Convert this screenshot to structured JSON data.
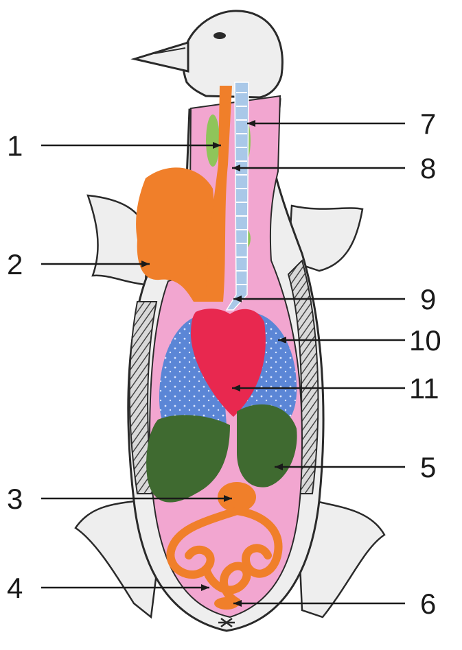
{
  "labels": {
    "l1": "1",
    "l2": "2",
    "l3": "3",
    "l4": "4",
    "l5": "5",
    "l6": "6",
    "l7": "7",
    "l8": "8",
    "l9": "9",
    "l10": "10",
    "l11": "11"
  },
  "colors": {
    "body_outline": "#2a2a2a",
    "skin": "#ececec",
    "body_cavity": "#f2a6d0",
    "esophagus_crop": "#f07f2a",
    "intestine": "#f07f2a",
    "trachea": "#a9c8e8",
    "lungs": "#5b86d6",
    "heart": "#e8284f",
    "liver": "#3f6a30",
    "thyroid": "#8fc55a",
    "wing_feathers": "#555555"
  }
}
